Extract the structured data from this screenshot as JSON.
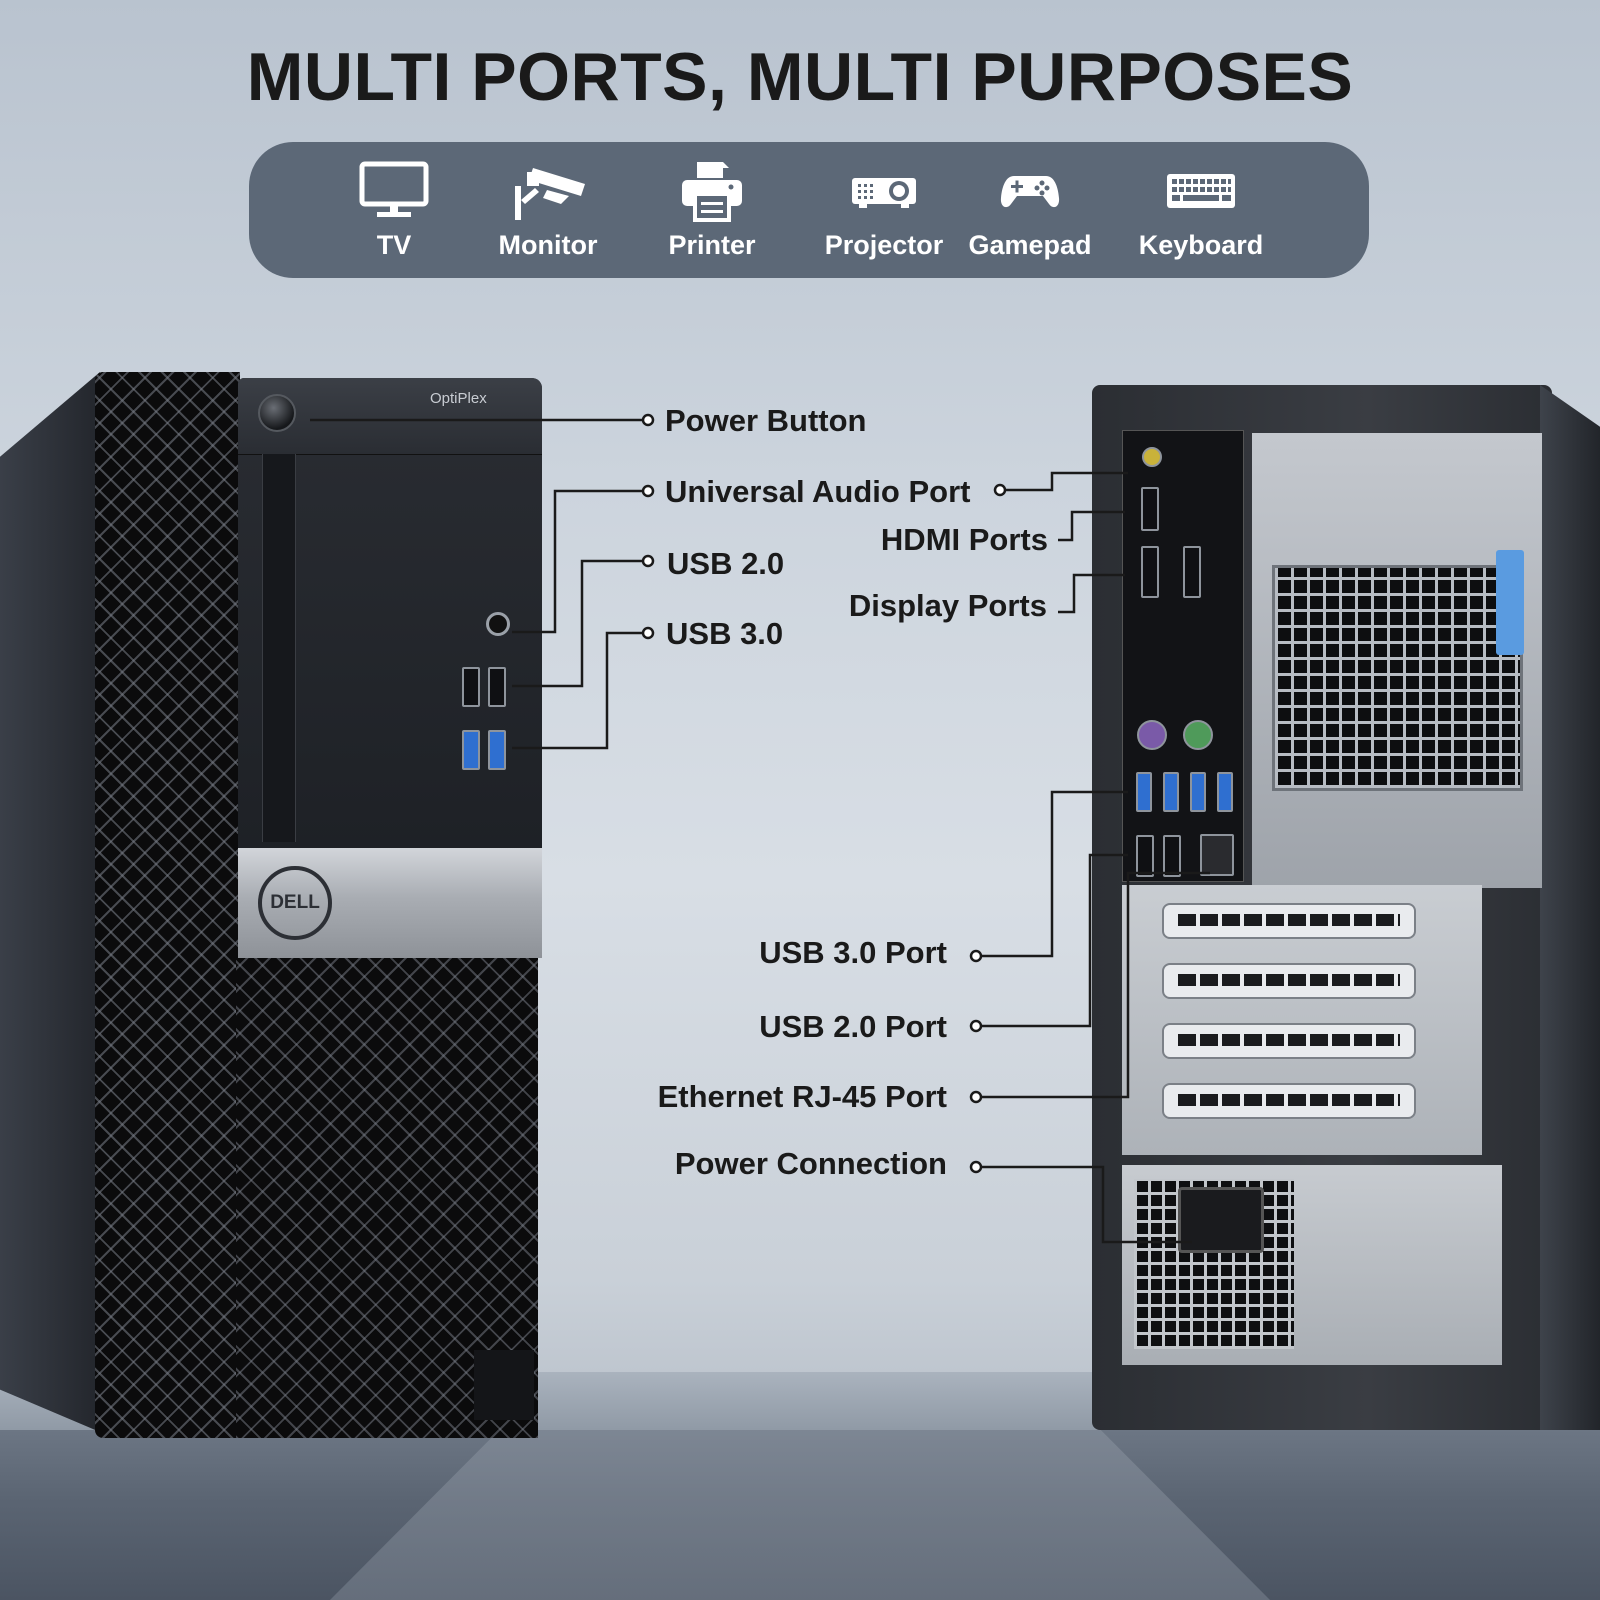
{
  "title": "MULTI PORTS, MULTI PURPOSES",
  "devices": [
    {
      "label": "TV",
      "icon": "tv-icon"
    },
    {
      "label": "Monitor",
      "icon": "security-camera-icon"
    },
    {
      "label": "Printer",
      "icon": "printer-icon"
    },
    {
      "label": "Projector",
      "icon": "projector-icon"
    },
    {
      "label": "Gamepad",
      "icon": "gamepad-icon"
    },
    {
      "label": "Keyboard",
      "icon": "keyboard-icon"
    }
  ],
  "front_tower": {
    "model": "OptiPlex",
    "logo": "DELL"
  },
  "front_callouts": [
    "Power Button",
    "Universal Audio Port",
    "USB 2.0",
    "USB 3.0"
  ],
  "rear_callouts_top": [
    "HDMI Ports",
    "Display Ports"
  ],
  "rear_callouts_bottom": [
    "USB 3.0 Port",
    "USB 2.0 Port",
    "Ethernet RJ-45 Port",
    "Power Connection"
  ],
  "colors": {
    "device_bar": "#5c6877",
    "usb3_blue": "#2f6fd0",
    "text": "#1a1a1a"
  }
}
